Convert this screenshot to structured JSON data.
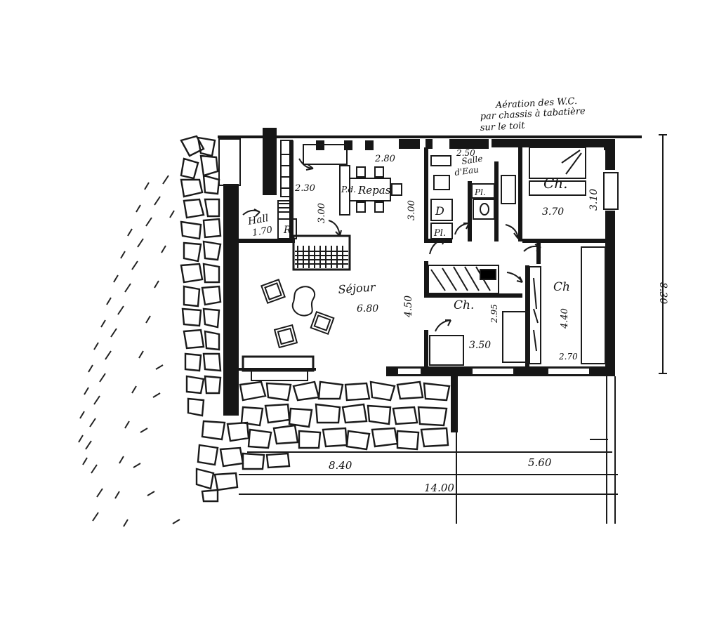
{
  "annotations": {
    "aeration_line1": "Aération des W.C.",
    "aeration_line2": "par chassis à tabatière",
    "aeration_line3": "sur le toit"
  },
  "rooms": {
    "hall": "Hall",
    "hall_dim": "1.70",
    "r": "R",
    "kitchen_w": "2.30",
    "kitchen_h": "3.00",
    "pde": "P.d.",
    "repas": "Repas",
    "repas_w": "2.80",
    "repas_h": "3.00",
    "salle_w": "2.50",
    "salle_line1": "Salle",
    "salle_line2": "d'Eau",
    "d": "D",
    "pl1": "Pl.",
    "pl2": "Pl.",
    "ch1": "Ch.",
    "ch1_w": "3.70",
    "ch1_h": "3.10",
    "sejour": "Séjour",
    "sejour_w": "6.80",
    "sejour_h": "4.50",
    "ch2": "Ch.",
    "ch2_h": "2.95",
    "ch2_w": "3.50",
    "ch3": "Ch",
    "ch3_h": "4.40",
    "ch3_w": "2.70"
  },
  "dimensions": {
    "overall_height": "8.30",
    "left_width": "8.40",
    "right_width": "5.60",
    "total_width": "14.00"
  }
}
